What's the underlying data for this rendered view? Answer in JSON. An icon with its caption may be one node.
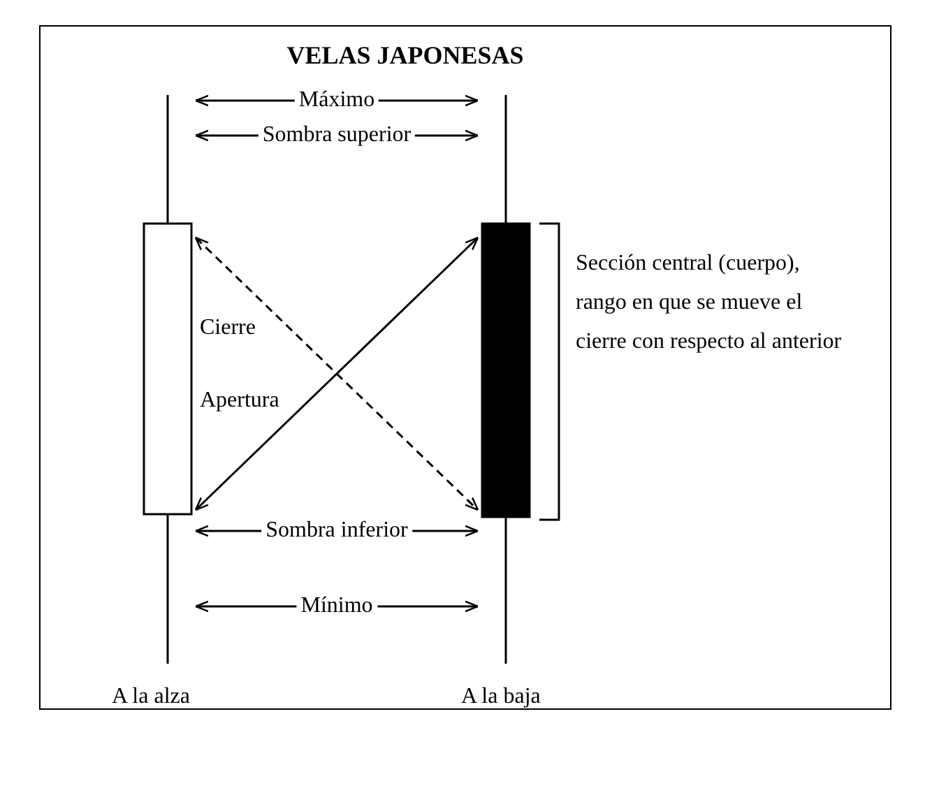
{
  "diagram": {
    "title": "VELAS JAPONESAS",
    "nodes": [
      {
        "text": [],
        "shape": "bar",
        "beside": [
          "A la alza"
        ]
      },
      {
        "text": [],
        "shape": "bar",
        "beside": [
          "A la baja"
        ]
      }
    ],
    "edges": [
      {
        "from": 0,
        "to": 1,
        "arrow": "both",
        "label": "Máximo"
      },
      {
        "from": 0,
        "to": 1,
        "arrow": "both",
        "label": "Sombra superior"
      },
      {
        "from": 0,
        "to": 1,
        "arrow": "both",
        "label": "Cierre",
        "style": "dashed"
      },
      {
        "from": 0,
        "to": 1,
        "arrow": "both",
        "label": "Apertura"
      },
      {
        "from": 0,
        "to": 1,
        "arrow": "both",
        "label": "Sombra inferior"
      },
      {
        "from": 0,
        "to": 1,
        "arrow": "both",
        "label": "Mínimo"
      }
    ],
    "labels": [
      "Sección central (cuerpo), rango en que se mueve el cierre con respecto al anterior"
    ]
  }
}
